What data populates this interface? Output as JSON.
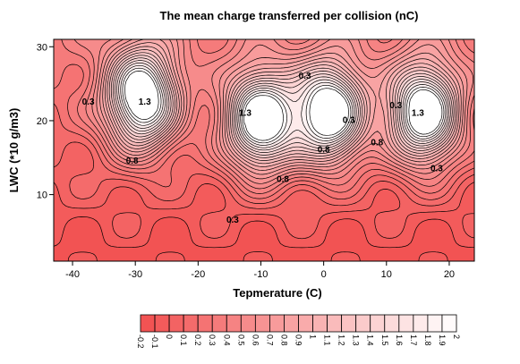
{
  "chart_data": {
    "type": "heatmap",
    "subtype": "filled-contour",
    "title": "The mean charge transferred per collision (nC)",
    "xlabel": "Tepmerature (C)",
    "ylabel": "LWC  (*10 g/m3)",
    "xlim": [
      -43,
      24
    ],
    "ylim": [
      1,
      31
    ],
    "x_ticks": [
      -40,
      -30,
      -20,
      -10,
      0,
      10,
      20
    ],
    "y_ticks": [
      10,
      20,
      30
    ],
    "grid": false,
    "legend_position": "bottom",
    "colors": {
      "low": "#f24f4f",
      "high": "#ffffff",
      "contour_line": "#000000"
    },
    "color_levels": [
      -0.2,
      -0.1,
      0,
      0.1,
      0.2,
      0.3,
      0.4,
      0.5,
      0.6,
      0.7,
      0.8,
      0.9,
      1,
      1.1,
      1.2,
      1.3,
      1.4,
      1.5,
      1.6,
      1.7,
      1.8,
      1.9,
      2
    ],
    "legend_labels": [
      "-0.2",
      "-0.1",
      "0",
      "0.1",
      "0.2",
      "0.3",
      "0.4",
      "0.5",
      "0.6",
      "0.7",
      "0.8",
      "0.9",
      "1",
      "1.1",
      "1.2",
      "1.3",
      "1.4",
      "1.5",
      "1.6",
      "1.7",
      "1.8",
      "1.9",
      "2"
    ],
    "peaks": [
      {
        "x": -29,
        "y": 23,
        "value": 2.0
      },
      {
        "x": -10,
        "y": 20,
        "value": 2.0
      },
      {
        "x": 1,
        "y": 21,
        "value": 2.0
      },
      {
        "x": 16,
        "y": 21,
        "value": 2.0
      }
    ],
    "contour_labels": [
      {
        "x": -37.5,
        "y": 22.5,
        "text": "0.3"
      },
      {
        "x": -28.5,
        "y": 22.5,
        "text": "1.3"
      },
      {
        "x": -30.5,
        "y": 14.5,
        "text": "0.8"
      },
      {
        "x": -12.5,
        "y": 21.0,
        "text": "1.3"
      },
      {
        "x": -6.5,
        "y": 12.0,
        "text": "0.8"
      },
      {
        "x": -14.5,
        "y": 6.5,
        "text": "0.3"
      },
      {
        "x": -3.0,
        "y": 26.0,
        "text": "0.3"
      },
      {
        "x": 0.0,
        "y": 16.0,
        "text": "0.8"
      },
      {
        "x": 4.0,
        "y": 20.0,
        "text": "0.3"
      },
      {
        "x": 8.5,
        "y": 17.0,
        "text": "0.8"
      },
      {
        "x": 11.5,
        "y": 22.0,
        "text": "0.3"
      },
      {
        "x": 15.0,
        "y": 21.0,
        "text": "1.3"
      },
      {
        "x": 18.0,
        "y": 13.5,
        "text": "0.3"
      }
    ]
  }
}
